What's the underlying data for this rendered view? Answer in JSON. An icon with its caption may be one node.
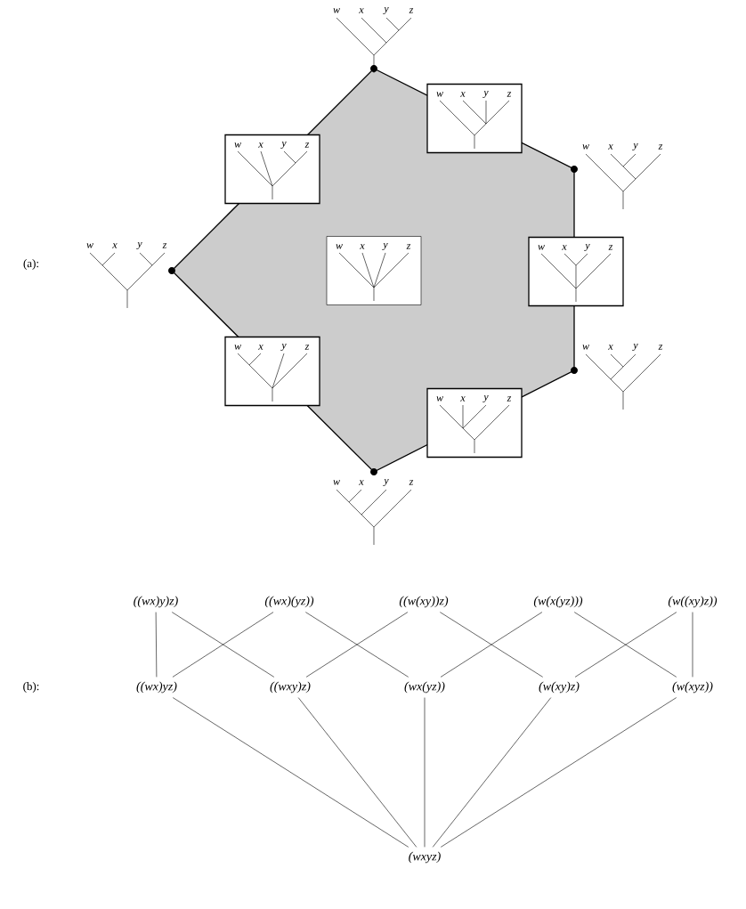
{
  "diagram": {
    "nodes": [
      {
        "text": [
          "w",
          "x",
          "y",
          "z"
        ]
      },
      {
        "text": [
          "w",
          "x",
          "y",
          "z"
        ]
      },
      {
        "text": [
          "w",
          "x",
          "y",
          "z"
        ]
      },
      {
        "text": [
          "w",
          "x",
          "y",
          "z"
        ]
      },
      {
        "text": [
          "w",
          "x",
          "y",
          "z"
        ]
      },
      {
        "text": [
          "w",
          "x",
          "y",
          "z"
        ]
      },
      {
        "text": [
          "((wx)y)z)"
        ]
      },
      {
        "text": [
          "((wx)(yz))"
        ]
      },
      {
        "text": [
          "((w(xy))z)"
        ]
      },
      {
        "text": [
          "(w(x(yz)))"
        ]
      },
      {
        "text": [
          "(w((xy)z))"
        ]
      },
      {
        "text": [
          "((wx)yz)"
        ]
      },
      {
        "text": [
          "((wxy)z)"
        ]
      },
      {
        "text": [
          "(wx(yz))"
        ]
      },
      {
        "text": [
          "(w(xy)z)"
        ]
      },
      {
        "text": [
          "(w(xyz))"
        ]
      },
      {
        "text": [
          "(wxyz)"
        ]
      }
    ],
    "edges": [
      {
        "from": 6,
        "to": 11,
        "arrow": "none"
      },
      {
        "from": 6,
        "to": 12,
        "arrow": "none"
      },
      {
        "from": 7,
        "to": 11,
        "arrow": "none"
      },
      {
        "from": 7,
        "to": 13,
        "arrow": "none"
      },
      {
        "from": 8,
        "to": 12,
        "arrow": "none"
      },
      {
        "from": 8,
        "to": 14,
        "arrow": "none"
      },
      {
        "from": 9,
        "to": 13,
        "arrow": "none"
      },
      {
        "from": 9,
        "to": 15,
        "arrow": "none"
      },
      {
        "from": 10,
        "to": 14,
        "arrow": "none"
      },
      {
        "from": 10,
        "to": 15,
        "arrow": "none"
      },
      {
        "from": 11,
        "to": 16,
        "arrow": "none"
      },
      {
        "from": 12,
        "to": 16,
        "arrow": "none"
      },
      {
        "from": 13,
        "to": 16,
        "arrow": "none"
      },
      {
        "from": 14,
        "to": 16,
        "arrow": "none"
      },
      {
        "from": 15,
        "to": 16,
        "arrow": "none"
      }
    ],
    "labels": [
      "w",
      "x",
      "y",
      "z",
      "w",
      "x",
      "y",
      "z",
      "w",
      "x",
      "y",
      "z",
      "(a):",
      "w",
      "x",
      "y",
      "z",
      "w",
      "x",
      "y",
      "z",
      "(b):"
    ]
  }
}
